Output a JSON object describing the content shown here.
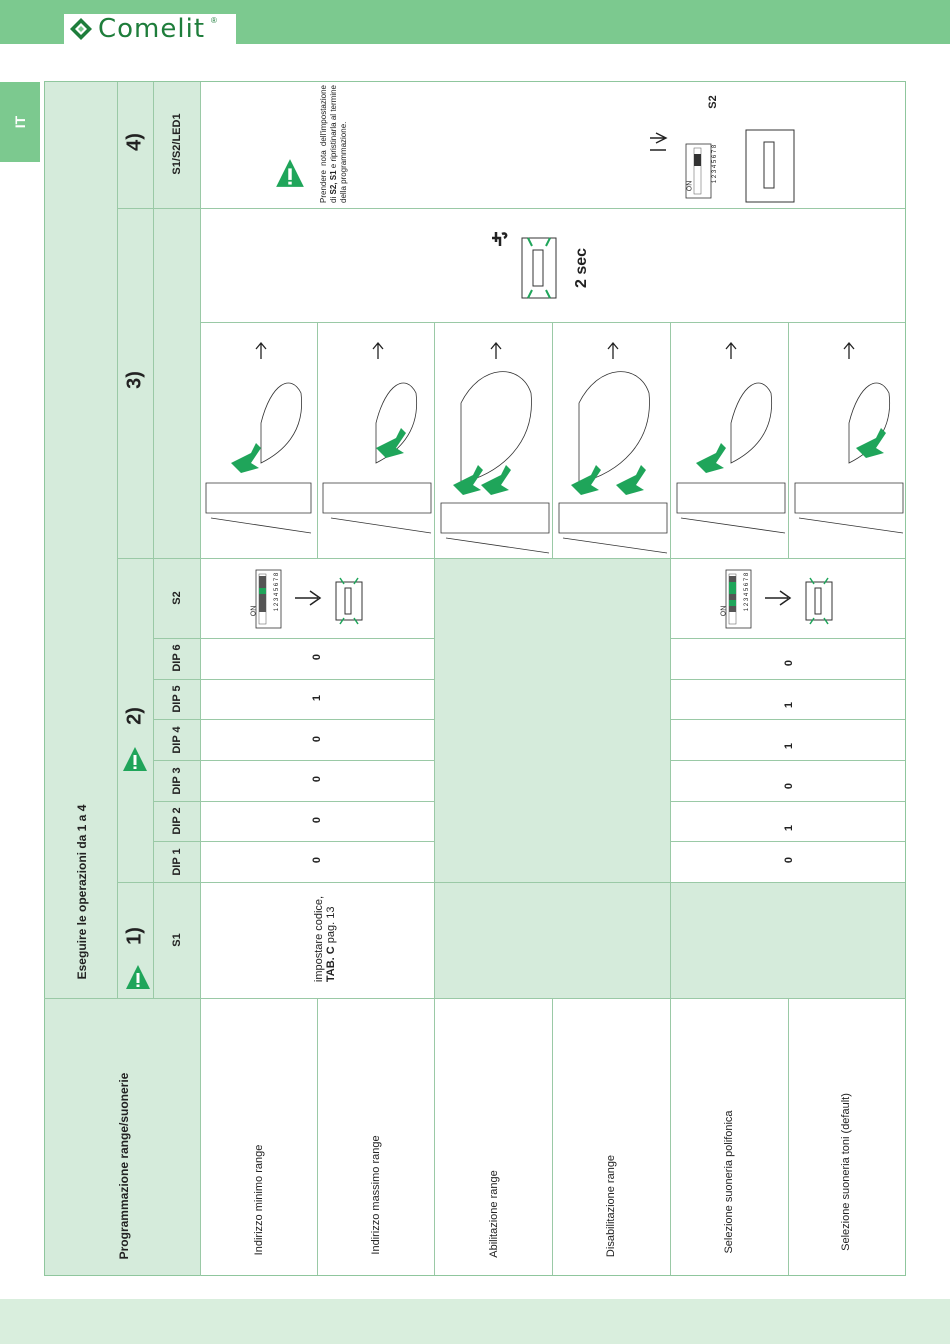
{
  "header": {
    "brand": "Comelit",
    "registered": "®",
    "language": "IT"
  },
  "table": {
    "title": "Programmazione range/suonerie",
    "instruction": "Eseguire le operazioni da 1 a 4",
    "steps": {
      "s1": "1)",
      "s2": "2)",
      "s3": "3)",
      "s4": "4)"
    },
    "columns": {
      "s1": "S1",
      "dip1": "DIP 1",
      "dip2": "DIP 2",
      "dip3": "DIP 3",
      "dip4": "DIP 4",
      "dip5": "DIP 5",
      "dip6": "DIP 6",
      "s2": "S2",
      "s1s2led1": "S1/S2/LED1"
    },
    "rows": [
      {
        "label": "Indirizzo minimo range"
      },
      {
        "label": "Indirizzo massimo range"
      },
      {
        "label": "Abilitazione range"
      },
      {
        "label": "Disabilitazione range"
      },
      {
        "label": "Selezione suoneria polifonica"
      },
      {
        "label": "Selezione suoneria toni (default)"
      }
    ],
    "s1_text_a": "impostare codice,",
    "s1_text_b": "TAB. C",
    "s1_text_c": " pag. 13",
    "range_dips": [
      "0",
      "0",
      "0",
      "0",
      "1",
      "0"
    ],
    "ring_dips": [
      "0",
      "1",
      "0",
      "1",
      "1",
      "0"
    ],
    "step3_press": "2 sec",
    "step4_note_a": "Prendere nota dell'impostazione di ",
    "step4_note_b": "S2, S1",
    "step4_note_c": " e ripristinarla al termine della programmazione.",
    "step4_s2": "S2",
    "dip_switch_on": "ON",
    "dip_switch_numbers": "1 2 3 4 5 6 7 8"
  },
  "colors": {
    "accent": "#7cc98f",
    "panel": "#d5ebdb",
    "arrow": "#1fa55a"
  }
}
